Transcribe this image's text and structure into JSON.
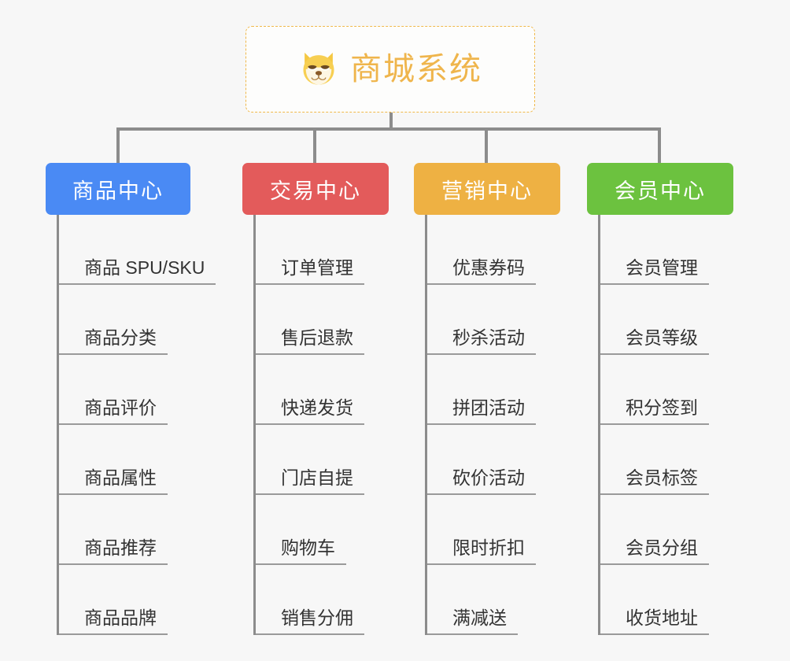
{
  "root": {
    "title": "商城系统",
    "icon": "shiba-dog-icon",
    "border_color": "#f0b84a",
    "text_color": "#efb54c",
    "background": "#fdfdfc"
  },
  "canvas": {
    "background": "#f7f7f7",
    "connector_color": "#8c8c8c"
  },
  "columns": [
    {
      "id": "product-center",
      "header": "商品中心",
      "color": "#4a8af4",
      "items": [
        "商品 SPU/SKU",
        "商品分类",
        "商品评价",
        "商品属性",
        "商品推荐",
        "商品品牌"
      ]
    },
    {
      "id": "trade-center",
      "header": "交易中心",
      "color": "#e35b5b",
      "items": [
        "订单管理",
        "售后退款",
        "快递发货",
        "门店自提",
        "购物车",
        "销售分佣"
      ]
    },
    {
      "id": "marketing-center",
      "header": "营销中心",
      "color": "#eeb143",
      "items": [
        "优惠券码",
        "秒杀活动",
        "拼团活动",
        "砍价活动",
        "限时折扣",
        "满减送"
      ]
    },
    {
      "id": "member-center",
      "header": "会员中心",
      "color": "#6cc23f",
      "items": [
        "会员管理",
        "会员等级",
        "积分签到",
        "会员标签",
        "会员分组",
        "收货地址"
      ]
    }
  ]
}
